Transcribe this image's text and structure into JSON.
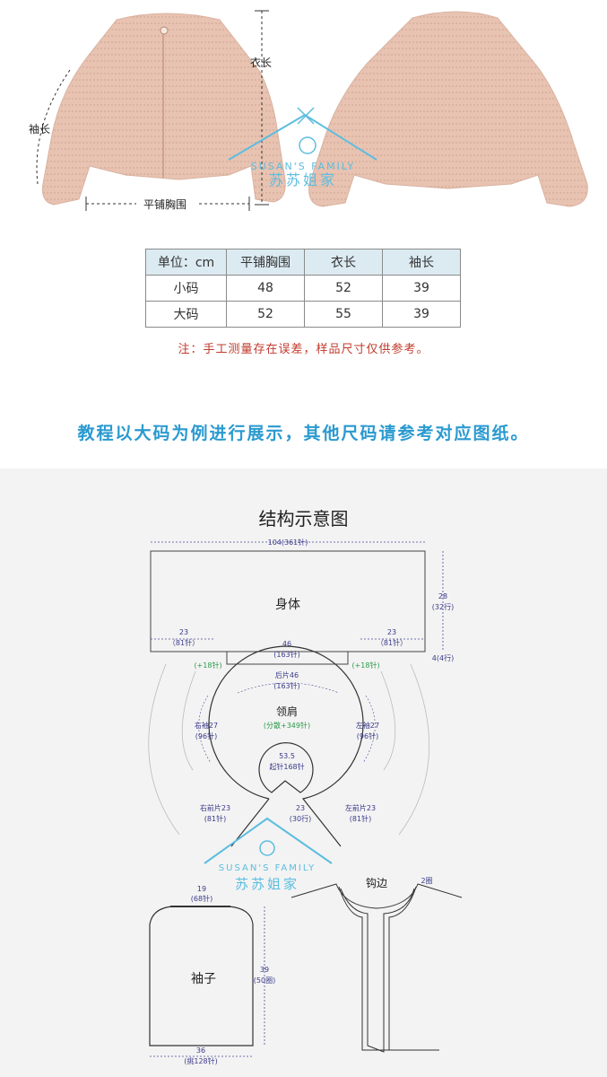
{
  "photo_labels": {
    "length": "衣长",
    "sleeve": "袖长",
    "chest": "平铺胸围"
  },
  "watermark": {
    "en": "SUSAN'S FAMILY",
    "cn": "苏苏姐家"
  },
  "size_table": {
    "headers": [
      "单位：cm",
      "平铺胸围",
      "衣长",
      "袖长"
    ],
    "rows": [
      [
        "小码",
        "48",
        "52",
        "39"
      ],
      [
        "大码",
        "52",
        "55",
        "39"
      ]
    ]
  },
  "note": "注：手工测量存在误差，样品尺寸仅供参考。",
  "tutorial": "教程以大码为例进行展示，其他尺码请参考对应图纸。",
  "diagram": {
    "title": "结构示意图",
    "body": {
      "label": "身体",
      "width": "104(361针)",
      "height_a": "28",
      "height_b": "(32行)",
      "side": "4(4行)",
      "left_a": "23",
      "left_b": "（81针）",
      "right_a": "23",
      "right_b": "（81针）",
      "mid_a": "46",
      "mid_b": "(163针)"
    },
    "yoke": {
      "label": "领肩",
      "sub": "(分散+349针)",
      "plus_left": "(+18针)",
      "plus_right": "(+18针)",
      "back_a": "后片46",
      "back_b": "(163针)",
      "rsleeve_a": "右袖27",
      "rsleeve_b": "(96针)",
      "lsleeve_a": "左袖27",
      "lsleeve_b": "(96针)",
      "neck_a": "53.5",
      "neck_b": "起针168针",
      "rfront_a": "右前片23",
      "rfront_b": "(81针)",
      "lfront_a": "左前片23",
      "lfront_b": "(81针)",
      "open_a": "23",
      "open_b": "(30行)"
    },
    "sleeve": {
      "label": "袖子",
      "top_a": "19",
      "top_b": "(68针)",
      "height_a": "39",
      "height_b": "(50圈)",
      "bottom_a": "36",
      "bottom_b": "(挑128针)"
    },
    "edging": {
      "label": "钩边",
      "rounds": "2圈"
    }
  }
}
